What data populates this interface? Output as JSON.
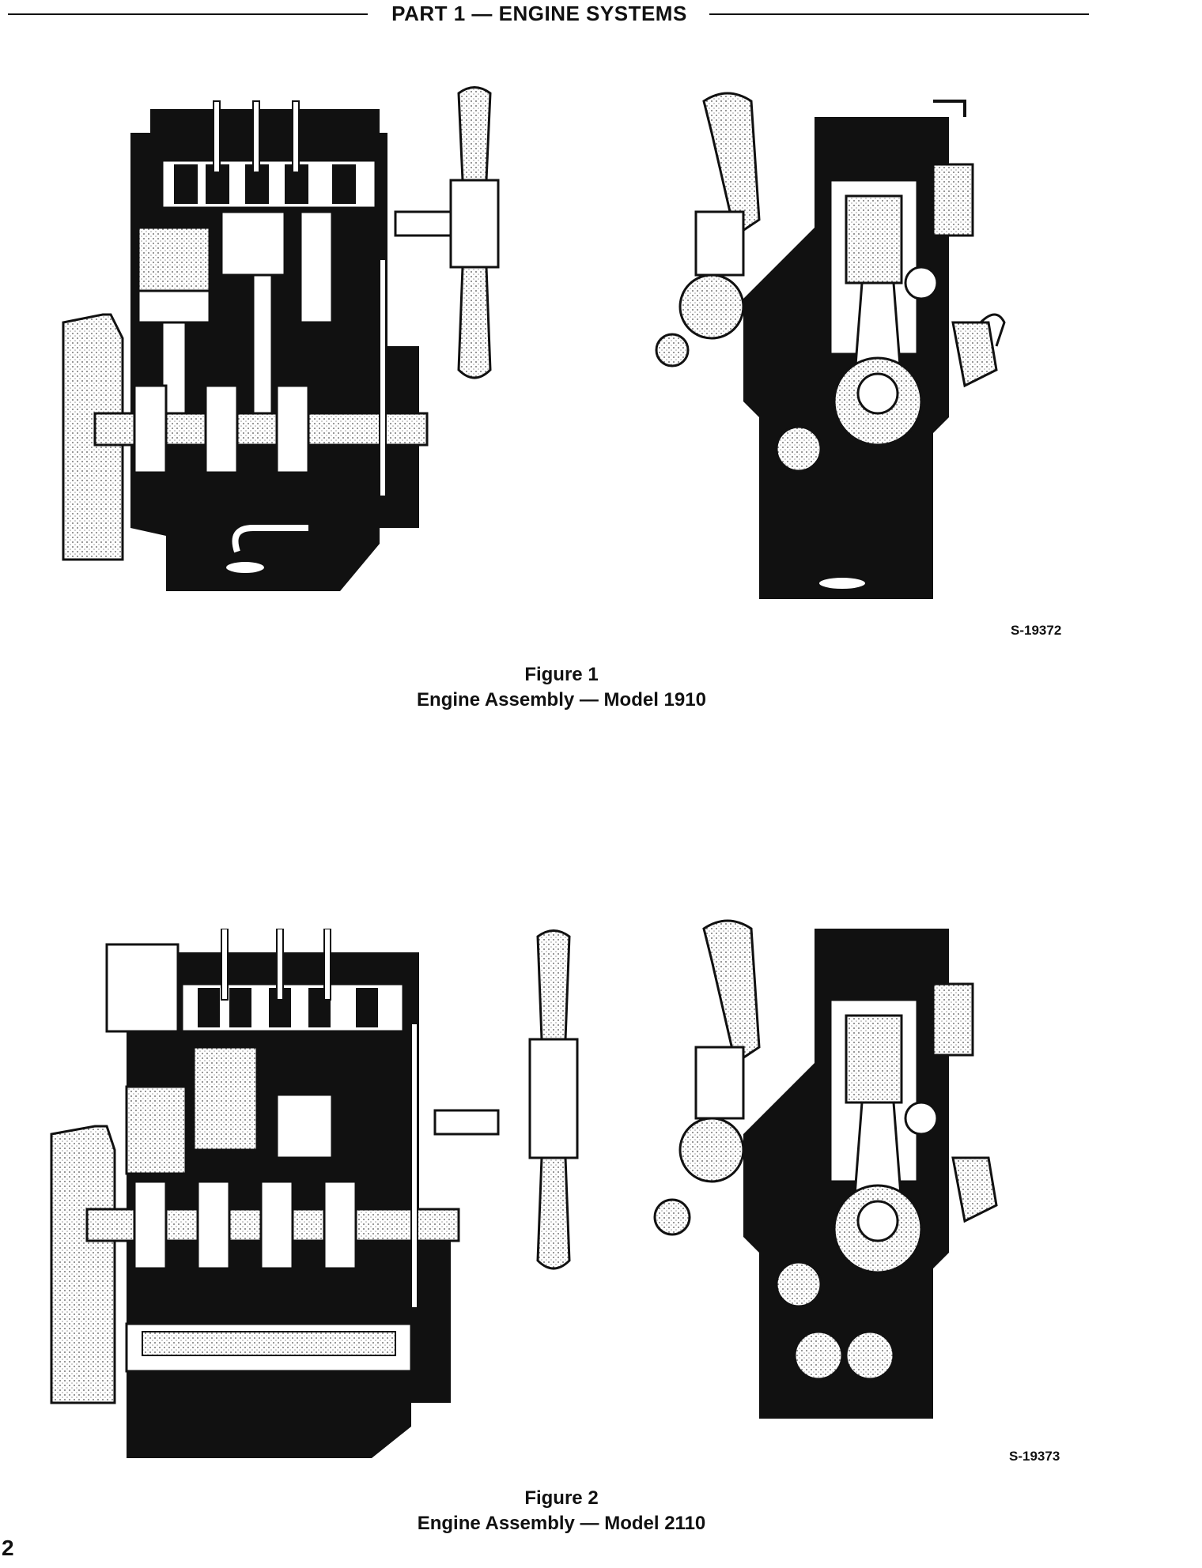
{
  "header": {
    "section_title": "PART 1 — ENGINE SYSTEMS"
  },
  "figures": [
    {
      "ref_code": "S-19372",
      "number": "Figure 1",
      "caption": "Engine Assembly — Model 1910"
    },
    {
      "ref_code": "S-19373",
      "number": "Figure 2",
      "caption": "Engine Assembly — Model 2110"
    }
  ],
  "page_number": "2",
  "colors": {
    "ink": "#111111",
    "paper": "#ffffff",
    "stipple": "#9a9a9a"
  }
}
